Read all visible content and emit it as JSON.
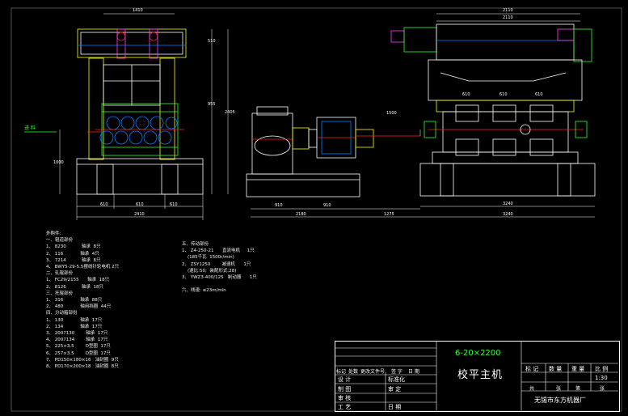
{
  "dims": {
    "front_top": "1410",
    "front_width": "2410",
    "front_seg1": "610",
    "front_seg2": "610",
    "front_seg3": "610",
    "front_right_h1": "510",
    "front_right_h2": "2405",
    "front_right_h3": "955",
    "front_left_h": "1000",
    "front_in_label": "进 料",
    "side_top": "2110",
    "side_top2": "2110",
    "side_mid": "1500",
    "side_w1": "910",
    "side_w2": "910",
    "side_w3": "1275",
    "side_w4": "3240",
    "side_base": "3240",
    "side_total": "2180",
    "side_inner1": "610",
    "side_inner2": "610",
    "side_inner3": "610"
  },
  "parts_list": {
    "heading": "外购件:",
    "sec1": "一、辊道部份",
    "sec1_items": [
      "1、 8230           轴承  8只",
      "2、 116            轴承  4只",
      "3、 7214           轴承  8只",
      "4、 BWY5-29-5.5摆线针轮电机 2只"
    ],
    "sec2": "二、轧辊部份",
    "sec2_items": [
      "1、 FC29/2155      轴承  18只",
      "2、 8126           轴承  18只"
    ],
    "sec3": "三、托辊部份",
    "sec3_items": [
      "1、 316            轴承  88只",
      "2、 480            轴用挡圈  44只"
    ],
    "sec4": "四、分动箱部份",
    "sec4_items": [
      "1、 130            轴承  17只",
      "2、 134            轴承  17只",
      "3、 2007130        轴承  17只",
      "4、 2007134        轴承  17只",
      "5、 225×3.5        O型圈  17只",
      "6、 257×3.5        O型圈  17只",
      "7、 PD150×180×16   油封圈  9只",
      "8、 PD170×200×18   油封圈  8只"
    ],
    "sec5": "五、传动部份",
    "sec5_items": [
      "1、 Z4-250-21      直流电机     1只",
      "    (185千瓦  1500r/min)",
      "2、 ZSY1250        减速机      1只",
      "    (速比:50;  装配形式:28)",
      "3、 YWZ3-400/125   制动器      1只"
    ],
    "sec6": "六、线速: ≤23m/min"
  },
  "title_block": {
    "model": "6-20×2200",
    "title": "校平主机",
    "label_biaoji": "标 记",
    "label_shuliang": "数 量",
    "label_zhongliang": "重 量",
    "label_bili": "比 例",
    "scale": "1:30",
    "label_gong": "共",
    "label_zhang1": "张",
    "label_di": "第",
    "label_zhang2": "张",
    "company": "无锡市东方机器厂",
    "row_labels": [
      "设 计",
      "制 图",
      "审 核",
      "工 艺"
    ],
    "col2_labels": [
      "标准化",
      "审 定",
      "",
      "日 期"
    ],
    "header_labels": [
      "标记",
      "处数",
      "更改文件号",
      "签 字",
      "日 期"
    ]
  }
}
